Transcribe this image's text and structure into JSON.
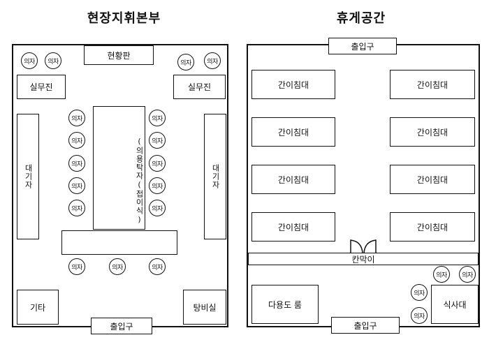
{
  "titles": {
    "left": "현장지휘본부",
    "right": "휴게공간"
  },
  "left_room": {
    "status_board": "현황판",
    "work_desk": "실무진",
    "waiting_area": "대기자",
    "decision_table": "(의용탁자(접이식)",
    "chair": "의자",
    "misc": "기타",
    "equipment_room": "탕비실",
    "entrance": "출입구"
  },
  "right_room": {
    "entrance_top": "출입구",
    "cot": "간이침대",
    "partition": "칸막이",
    "multipurpose_room": "다용도 룸",
    "dining_table": "식사대",
    "chair": "의자",
    "entrance_bottom": "출입구"
  }
}
